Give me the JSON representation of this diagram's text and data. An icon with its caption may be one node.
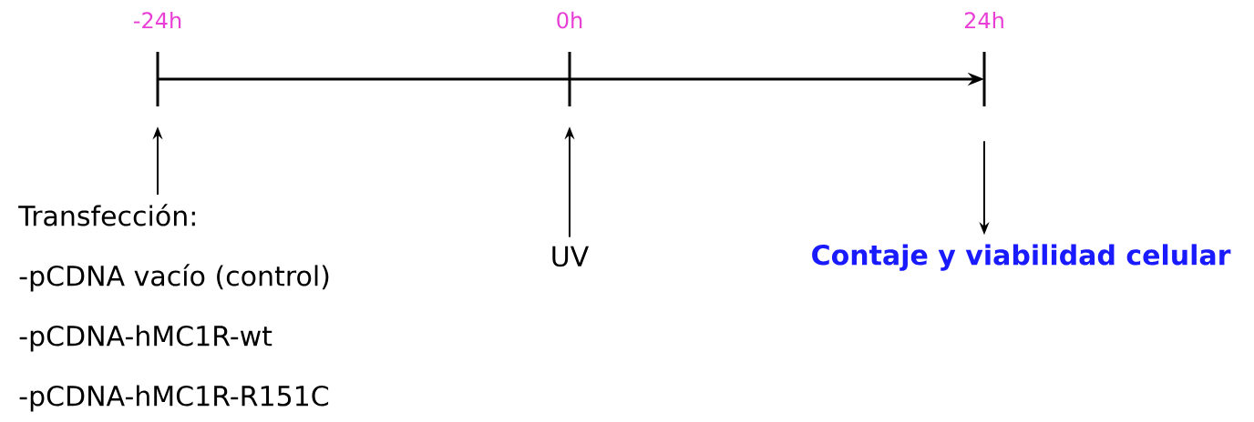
{
  "diagram": {
    "nodes": [
      {
        "text": [],
        "shape": "bar",
        "beside": [
          "-24h"
        ]
      },
      {
        "text": [],
        "shape": "bar",
        "beside": [
          "0h"
        ]
      },
      {
        "text": [],
        "shape": "bar",
        "beside": [
          "24h"
        ]
      },
      {
        "text": [
          "Transfección:",
          "-pCDNA vacío (control)",
          "-pCDNA-hMC1R-wt",
          "-pCDNA-hMC1R-R151C"
        ]
      },
      {
        "text": [
          "UV"
        ]
      },
      {
        "text": [
          "Contaje y viabilidad celular"
        ]
      }
    ],
    "edges": [
      {
        "from": 0,
        "to": 2,
        "arrow": "to"
      },
      {
        "from": 3,
        "to": 0,
        "arrow": "to"
      },
      {
        "from": 4,
        "to": 1,
        "arrow": "to"
      },
      {
        "from": 2,
        "to": 5,
        "arrow": "to"
      }
    ]
  }
}
